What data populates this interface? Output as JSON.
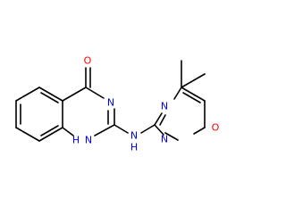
{
  "molecule": {
    "atoms": {
      "O1": {
        "text": "O",
        "color": "#ff0000"
      },
      "N1": {
        "text": "N",
        "color": "#0000ff"
      },
      "NH1": {
        "text": "H",
        "h_text": "N",
        "color": "#0000ff"
      },
      "NH2": {
        "text": "N",
        "h_text": "H",
        "color": "#0000ff"
      },
      "N3": {
        "text": "N",
        "color": "#0000ff"
      },
      "N4": {
        "text": "N",
        "color": "#0000ff"
      },
      "O2": {
        "text": "O",
        "color": "#ff0000"
      }
    },
    "bond_color": "#000000"
  }
}
